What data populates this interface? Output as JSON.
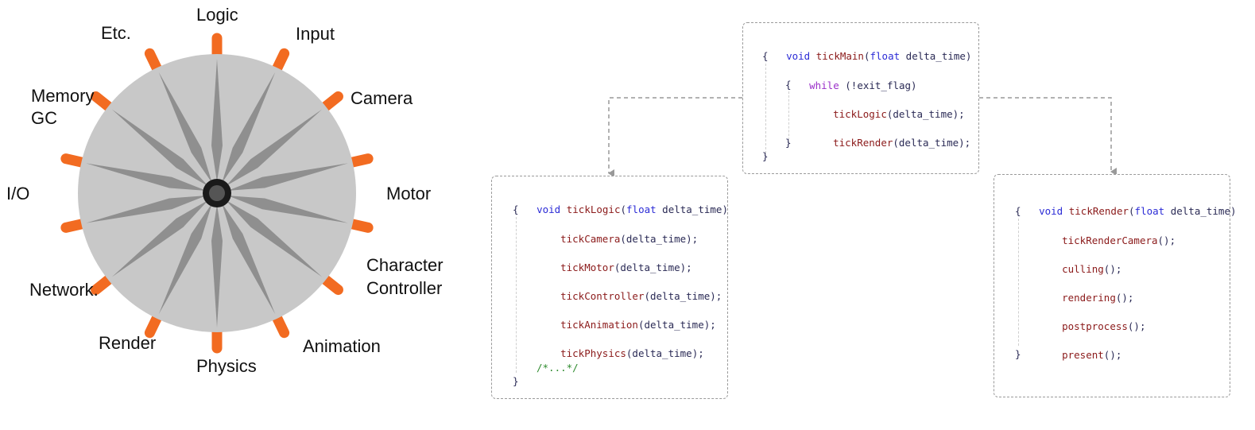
{
  "colors": {
    "wheel_fill": "#c8c8c8",
    "spoke": "#8f8f8f",
    "hub": "#333333",
    "nub": "#f26b21",
    "keyword": "#2b2bd6",
    "function": "#8b1a1a",
    "control": "#9b30c9",
    "comment": "#2e8b2e",
    "connector": "#999999"
  },
  "wheel": {
    "labels": {
      "logic": "Logic",
      "input": "Input",
      "camera": "Camera",
      "motor": "Motor",
      "character_1": "Character",
      "character_2": "Controller",
      "animation": "Animation",
      "physics": "Physics",
      "render": "Render",
      "network": "Network.",
      "io": "I/O",
      "memory_1": "Memory",
      "memory_2": "GC",
      "etc": "Etc."
    }
  },
  "code": {
    "main": {
      "l1": {
        "kw": "void",
        "fn": "tickMain",
        "p1": "(",
        "kw2": "float",
        "p2": " delta_time)"
      },
      "l2": "{",
      "l3": {
        "ctl": "while",
        "rest": " (!exit_flag)"
      },
      "l4": "{",
      "l5": {
        "fn": "tickLogic",
        "rest": "(delta_time);"
      },
      "l6": {
        "fn": "tickRender",
        "rest": "(delta_time);"
      },
      "l7": "}",
      "l8": "}"
    },
    "logic": {
      "l1": {
        "kw": "void",
        "fn": "tickLogic",
        "p1": "(",
        "kw2": "float",
        "p2": " delta_time)"
      },
      "l2": "{",
      "calls": [
        {
          "fn": "tickCamera",
          "rest": "(delta_time);"
        },
        {
          "fn": "tickMotor",
          "rest": "(delta_time);"
        },
        {
          "fn": "tickController",
          "rest": "(delta_time);"
        },
        {
          "fn": "tickAnimation",
          "rest": "(delta_time);"
        },
        {
          "fn": "tickPhysics",
          "rest": "(delta_time);"
        }
      ],
      "comment": "/*...*/",
      "close": "}"
    },
    "render": {
      "l1": {
        "kw": "void",
        "fn": "tickRender",
        "p1": "(",
        "kw2": "float",
        "p2": " delta_time)"
      },
      "l2": "{",
      "calls": [
        {
          "fn": "tickRenderCamera",
          "rest": "();"
        },
        {
          "fn": "culling",
          "rest": "();"
        },
        {
          "fn": "rendering",
          "rest": "();"
        },
        {
          "fn": "postprocess",
          "rest": "();"
        },
        {
          "fn": "present",
          "rest": "();"
        }
      ],
      "close": "}"
    }
  }
}
